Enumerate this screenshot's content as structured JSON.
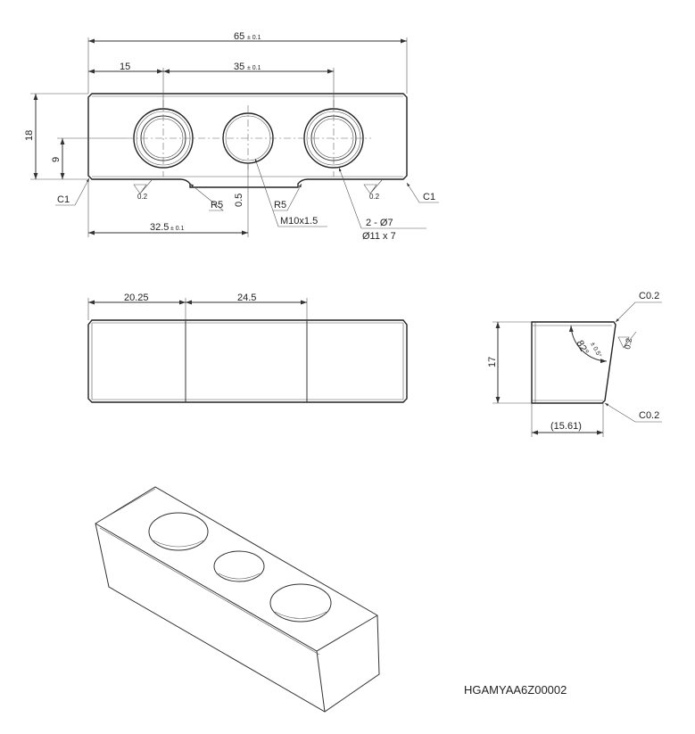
{
  "top_view": {
    "overall_length": "65",
    "overall_length_tol": "± 0.1",
    "offset_left": "15",
    "hole_pitch": "35",
    "hole_pitch_tol": "± 0.1",
    "height": "18",
    "half_height": "9",
    "center_offset": "32.5",
    "center_offset_tol": "± 0.1",
    "chamfer_left": "C1",
    "chamfer_right": "C1",
    "radius_left": "R5",
    "radius_right": "R5",
    "recess_depth": "0.5",
    "thread": "M10x1.5",
    "holes": "2 - Ø7",
    "counterbore": "Ø11 x 7",
    "roughness_left": "0.2",
    "roughness_right": "0.2"
  },
  "front_view": {
    "dim_1": "20.25",
    "dim_2": "24.5"
  },
  "side_view": {
    "chamfer_top": "C0.2",
    "chamfer_bottom": "C0.2",
    "height": "17",
    "angle": "82°",
    "angle_tol": "± 0.5°",
    "width": "(15.61)",
    "roughness": "0.2"
  },
  "part_code": "HGAMYAA6Z00002"
}
